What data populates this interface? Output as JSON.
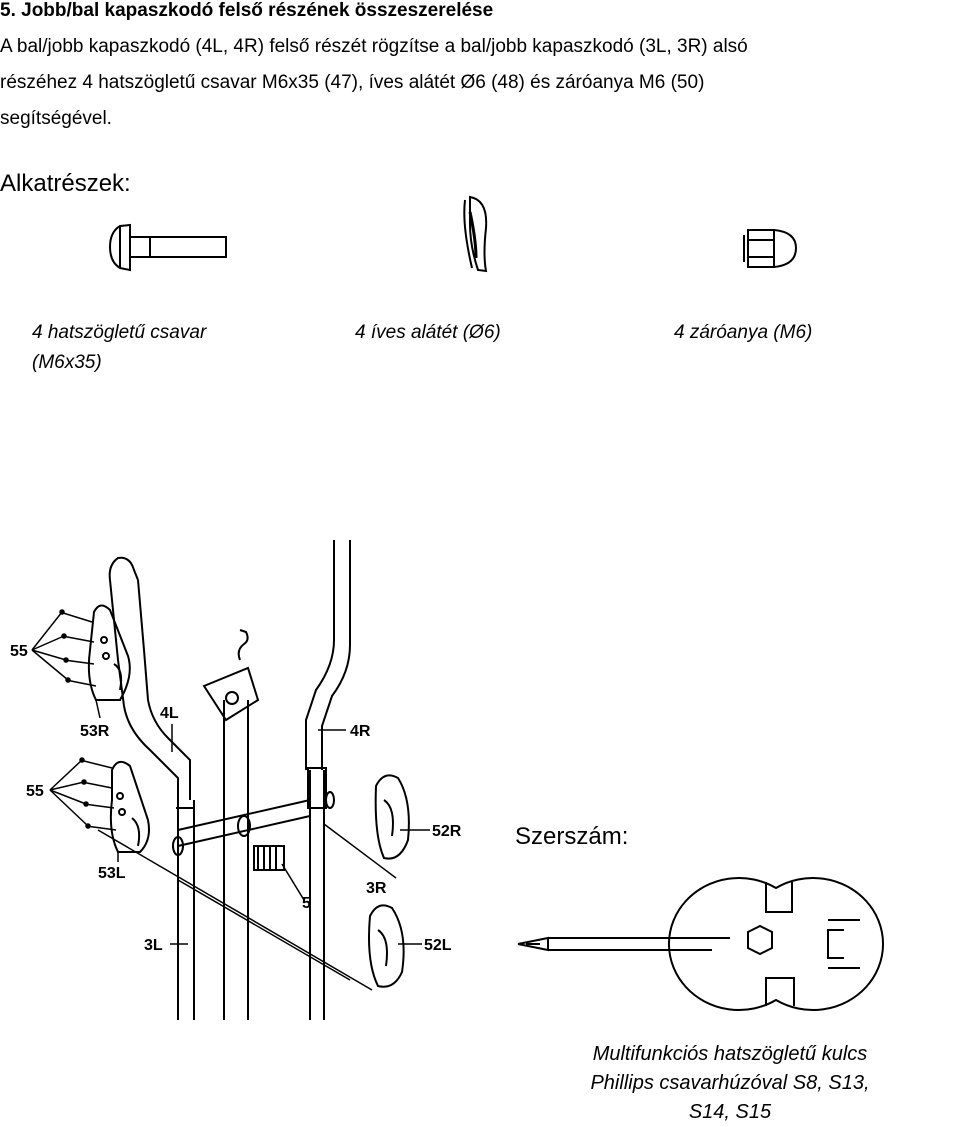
{
  "section": {
    "title": "5. Jobb/bal kapaszkodó felső részének összeszerelése",
    "instruction_lines": [
      "A bal/jobb kapaszkodó (4L, 4R) felső részét rögzítse a bal/jobb kapaszkodó (3L, 3R) alsó",
      "részéhez 4 hatszögletű csavar M6x35 (47), íves alátét Ø6 (48) és záróanya M6 (50)",
      "segítségével."
    ]
  },
  "parts": {
    "heading": "Alkatrészek:",
    "items": [
      {
        "icon": "hex-bolt-icon",
        "caption_line1": "4 hatszögletű csavar",
        "caption_line2": "(M6x35)"
      },
      {
        "icon": "curved-washer-icon",
        "caption_line1": "4 íves alátét (Ø6)",
        "caption_line2": ""
      },
      {
        "icon": "cap-nut-icon",
        "caption_line1": "4 záróanya (M6)",
        "caption_line2": ""
      }
    ]
  },
  "diagram": {
    "labels": {
      "l55a": "55",
      "l53r": "53R",
      "l4l": "4L",
      "l4r": "4R",
      "l55b": "55",
      "l52r": "52R",
      "l53l": "53L",
      "l3r": "3R",
      "l5": "5",
      "l3l": "3L",
      "l52l": "52L"
    }
  },
  "tool": {
    "heading": "Szerszám:",
    "icon": "multi-hex-wrench-icon",
    "caption_lines": [
      "Multifunkciós hatszögletű kulcs",
      "Phillips csavarhúzóval S8, S13,",
      "S14, S15"
    ]
  }
}
